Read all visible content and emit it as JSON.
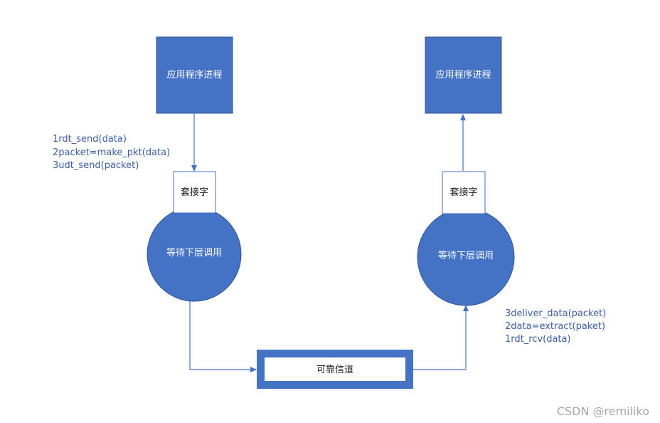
{
  "colors": {
    "fill": "#4472c4",
    "stroke": "#4472c4",
    "white": "#ffffff",
    "text_dark": "#222222",
    "text_light": "#ffffff",
    "annotation": "#3a5ea8",
    "watermark": "#a6a6a6"
  },
  "sender": {
    "app_process": "应用程序进程",
    "socket": "套接字",
    "wait_state": "等待下层调用",
    "calls": [
      "1rdt_send(data)",
      "2packet=make_pkt(data)",
      "3udt_send(packet)"
    ]
  },
  "receiver": {
    "app_process": "应用程序进程",
    "socket": "套接字",
    "wait_state": "等待下层调用",
    "calls": [
      "3deliver_data(packet)",
      "2data=extract(paket)",
      "1rdt_rcv(data)"
    ]
  },
  "channel": {
    "label": "可靠信道"
  },
  "watermark": "CSDN @remiliko"
}
